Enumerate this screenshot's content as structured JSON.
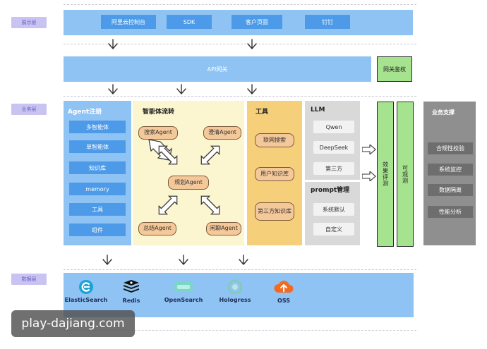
{
  "layers": {
    "display": "展示层",
    "business": "业务层",
    "data": "数据层"
  },
  "display_layer": {
    "items": [
      "阿里云控制台",
      "SDK",
      "客户页面",
      "钉钉"
    ]
  },
  "gateway": {
    "label": "API网关",
    "auth": "网关鉴权"
  },
  "agent_register": {
    "title": "Agent注册",
    "items": [
      "多智能体",
      "单智能体",
      "知识库",
      "memory",
      "工具",
      "组件"
    ]
  },
  "agent_flow": {
    "title": "智能体流转",
    "nodes": {
      "search": "搜索Agent",
      "clarify": "澄清Agent",
      "plan": "规划Agent",
      "summary": "总结Agent",
      "chat": "闲聊Agent"
    }
  },
  "tools": {
    "title": "工具",
    "items": [
      "联网搜索",
      "用户知识库",
      "第三方知识库"
    ]
  },
  "llm": {
    "title": "LLM",
    "items": [
      "Qwen",
      "DeepSeek",
      "第三方"
    ]
  },
  "prompt": {
    "title": "prompt管理",
    "items": [
      "系统默认",
      "自定义"
    ]
  },
  "eval": {
    "effect": "效果评测",
    "observe": "可观测"
  },
  "support": {
    "title": "业务支撑",
    "items": [
      "合规性校验",
      "系统监控",
      "数据隔离",
      "性能分析"
    ]
  },
  "data_layer": {
    "items": [
      "ElasticSearch",
      "Redis",
      "OpenSearch",
      "Hologress",
      "OSS"
    ]
  },
  "watermark": "play-dajiang.com",
  "colors": {
    "blue": "#4d9be8",
    "light_blue_bg": "#8fc3f4",
    "agent_flow_bg": "#fbf6cf",
    "tools_bg": "#f5cf7a",
    "orange_pill": "#f5c89a",
    "green": "#a6e38f",
    "gray": "#8f8f8f",
    "tag": "#c8c3f0"
  }
}
